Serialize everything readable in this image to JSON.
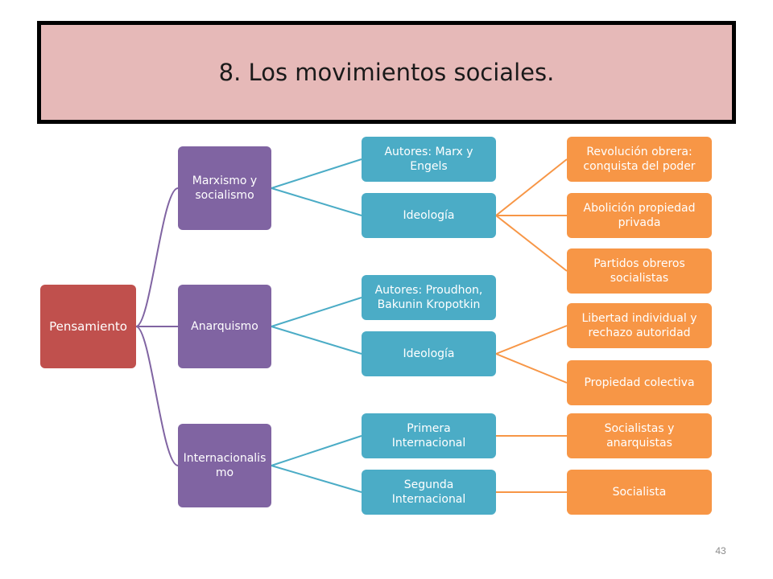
{
  "title": "8. Los movimientos sociales.",
  "page_number": "43",
  "colors": {
    "root": "#c0504d",
    "level1": "#8064a2",
    "level2": "#4bacc6",
    "level3": "#f79646",
    "title_bg": "#e6b9b8"
  },
  "nodes": {
    "root": "Pensamiento",
    "marxismo": "Marxismo y\nsocialismo",
    "anarquismo": "Anarquismo",
    "internacionalismo": "Internacionalis\nmo",
    "marx_autores": "Autores: Marx y\nEngels",
    "marx_ideologia": "Ideología",
    "anar_autores": "Autores: Proudhon,\nBakunin Kropotkin",
    "anar_ideologia": "Ideología",
    "primera": "Primera\nInternacional",
    "segunda": "Segunda\nInternacional",
    "revolucion": "Revolución obrera:\nconquista del poder",
    "abolicion": "Abolición propiedad\nprivada",
    "partidos": "Partidos obreros\nsocialistas",
    "libertad": "Libertad individual y\nrechazo autoridad",
    "propiedad_colectiva": "Propiedad colectiva",
    "socialistas_anarquistas": "Socialistas y\nanarquistas",
    "socialista": "Socialista"
  }
}
